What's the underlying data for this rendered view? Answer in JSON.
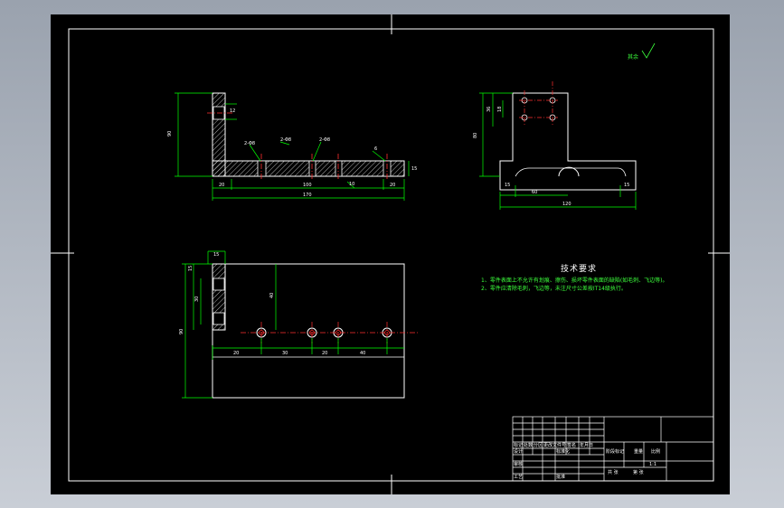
{
  "drawing": {
    "colors": {
      "background": "#000000",
      "frame": "#ffffff",
      "outline": "#ffffff",
      "dimension": "#00ff00",
      "centerline": "#ff3030",
      "hatch": "#ffffff",
      "text": "#3cff3c",
      "window": "#aab1bc"
    },
    "technical_requirements": {
      "title": "技术要求",
      "items": [
        "1、零件表面上不允许有划痕、擦伤、损坏零件表面的缺陷(如毛刺、飞边等)。",
        "2、零件应清除毛刺，飞边等，未注尺寸公差按IT14级执行。"
      ]
    },
    "roughness_note": "其余",
    "front_view_dims": {
      "height": "90",
      "top_thickness": "12",
      "base_thickness": "10",
      "hole_a": "2-Φ8",
      "hole_b": "2-Φ8",
      "hole_c": "2-Φ8",
      "slot": "6",
      "seg1": "20",
      "seg2": "100",
      "seg3": "20",
      "total": "170",
      "base_h": "15"
    },
    "side_view_dims": {
      "h1": "18",
      "h2": "36",
      "h3": "80",
      "w1": "15",
      "w2": "15",
      "w3": "60",
      "total": "120"
    },
    "top_view_dims": {
      "d1": "15",
      "d2": "30",
      "d3": "90",
      "v1": "40",
      "s1": "20",
      "s2": "30",
      "s3": "20",
      "s4": "40"
    },
    "title_block": {
      "rows": [
        [
          "标记",
          "处数",
          "分区",
          "更改文件号",
          "签名",
          "年月日"
        ],
        [
          "设计",
          "",
          "标准化",
          "",
          "阶段标记",
          "重量",
          "比例"
        ],
        [
          "审核",
          "",
          "",
          "",
          "",
          "",
          "1:1"
        ],
        [
          "工艺",
          "",
          "批准",
          "",
          "共 张",
          "第 张"
        ]
      ]
    }
  }
}
